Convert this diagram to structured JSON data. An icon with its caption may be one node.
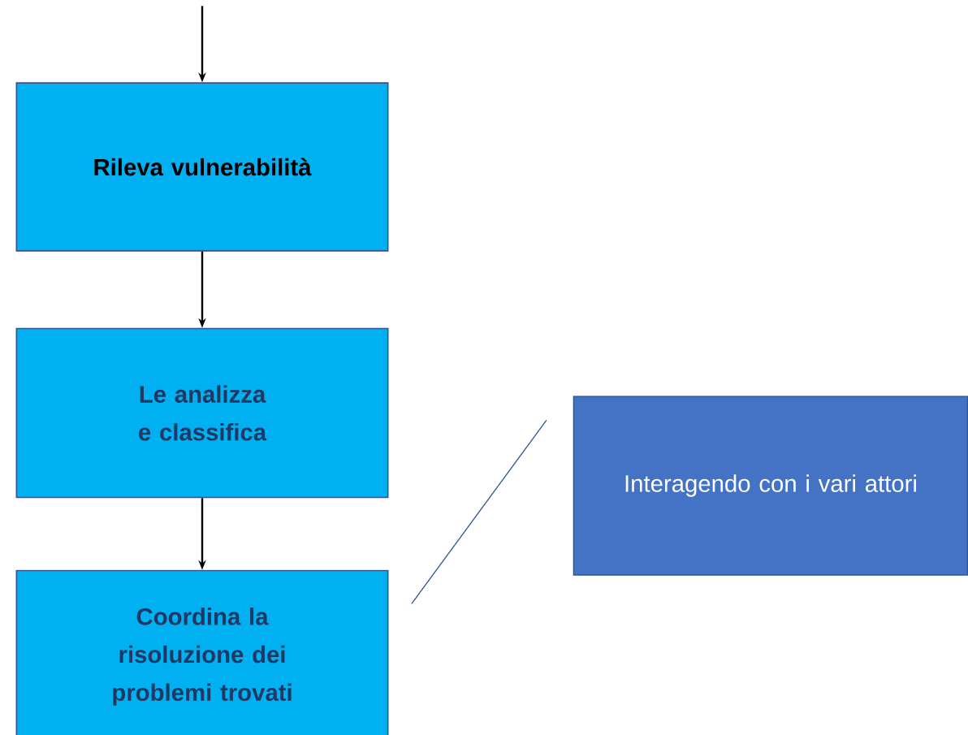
{
  "diagram": {
    "nodes": [
      {
        "text": [
          "Rileva vulnerabilità"
        ]
      },
      {
        "text": [
          "Le analizza e classifica"
        ]
      },
      {
        "text": [
          "Coordina la risoluzione dei problemi trovati"
        ]
      },
      {
        "text": [
          "Interagendo con i vari attori"
        ]
      }
    ],
    "edges": [
      {
        "from": null,
        "to": 0,
        "arrow": "to"
      },
      {
        "from": 0,
        "to": 1,
        "arrow": "to"
      },
      {
        "from": 1,
        "to": 2,
        "arrow": "to"
      },
      {
        "from": 2,
        "to": 3,
        "arrow": "none",
        "color": "#2f5597"
      }
    ]
  }
}
